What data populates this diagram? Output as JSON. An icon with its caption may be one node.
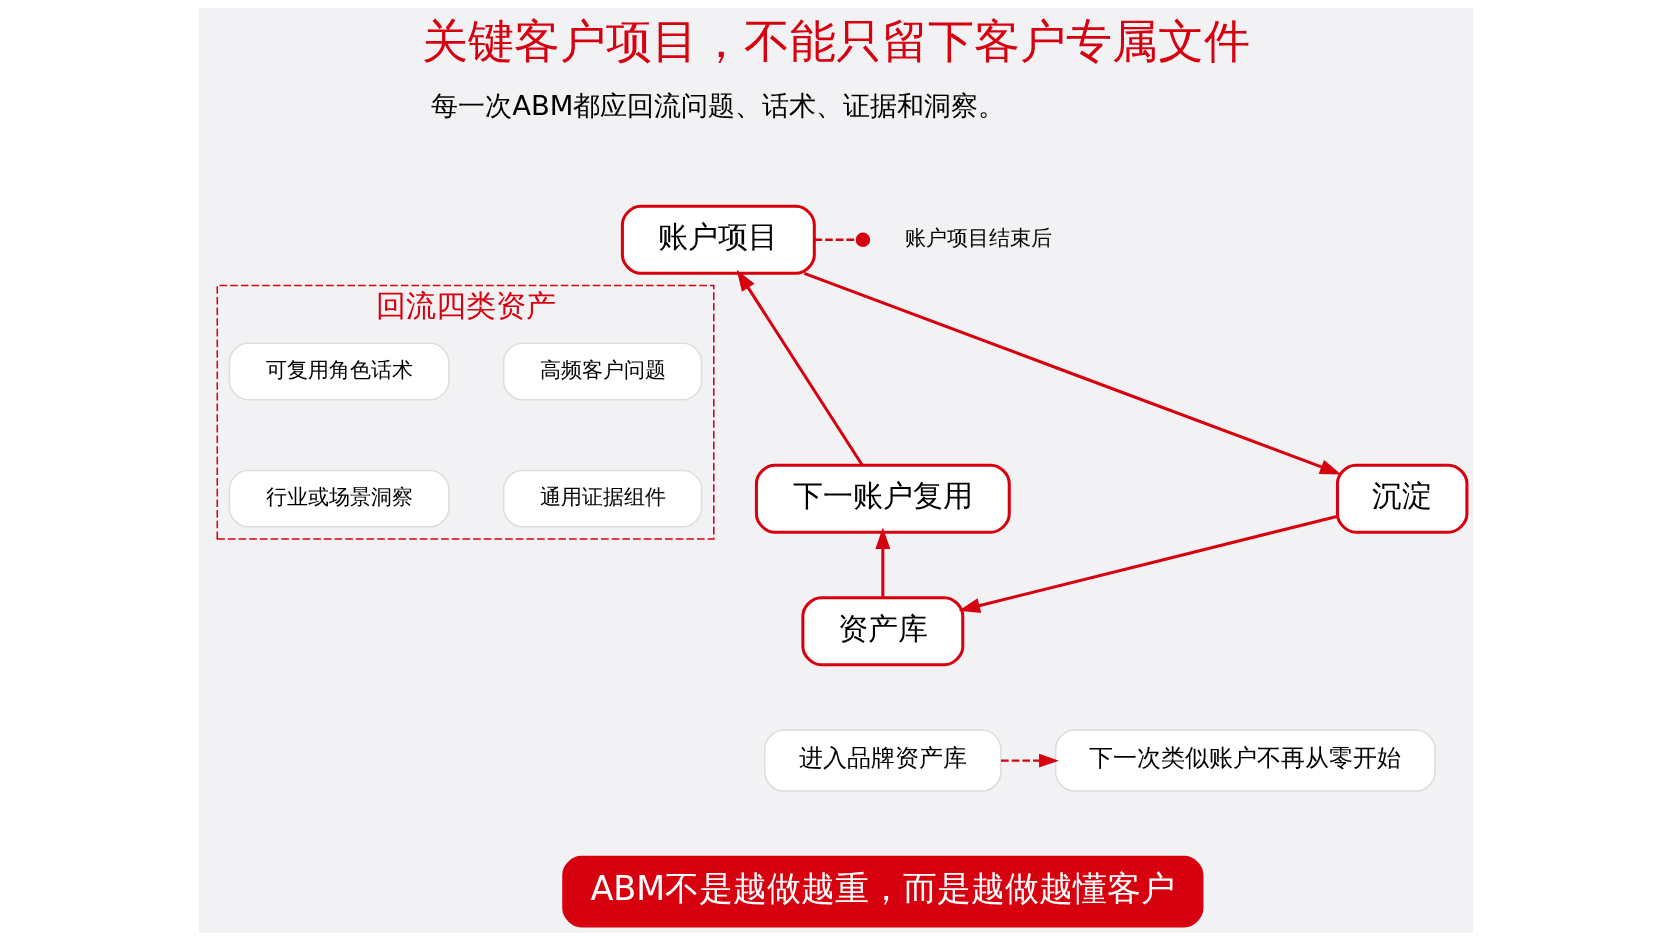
{
  "diagram": {
    "title": "关键客户项目，不能只留下客户专属文件",
    "nodes": [
      {
        "text": [
          "账户项目"
        ]
      },
      {
        "text": [
          "沉淀"
        ]
      },
      {
        "text": [
          "资产库"
        ]
      },
      {
        "text": [
          "下一账户复用"
        ]
      },
      {
        "text": [
          "回流四类资产"
        ]
      },
      {
        "text": [
          "高频客户问题"
        ],
        "in": 4
      },
      {
        "text": [
          "可复用角色话术"
        ],
        "in": 4
      },
      {
        "text": [
          "通用证据组件"
        ],
        "in": 4
      },
      {
        "text": [
          "行业或场景洞察"
        ],
        "in": 4
      },
      {
        "text": [
          "进入品牌资产库"
        ]
      },
      {
        "text": [
          "下一次类似账户不再从零开始"
        ]
      },
      {
        "text": [
          "ABM不是越做越重，而是越做越懂客户"
        ]
      },
      {
        "text": [
          "账户项目结束后"
        ]
      }
    ],
    "edges": [
      {
        "from": 0,
        "to": 1,
        "arrow": "to"
      },
      {
        "from": 1,
        "to": 2,
        "arrow": "to"
      },
      {
        "from": 2,
        "to": 3,
        "arrow": "to"
      },
      {
        "from": 3,
        "to": 0,
        "arrow": "to"
      },
      {
        "from": 9,
        "to": 10,
        "arrow": "to",
        "style": "dashed"
      },
      {
        "from": 0,
        "to": 12,
        "arrow": "other",
        "style": "dashed"
      }
    ],
    "labels": [
      "每一次ABM都应回流问题、话术、证据和洞察。"
    ]
  }
}
